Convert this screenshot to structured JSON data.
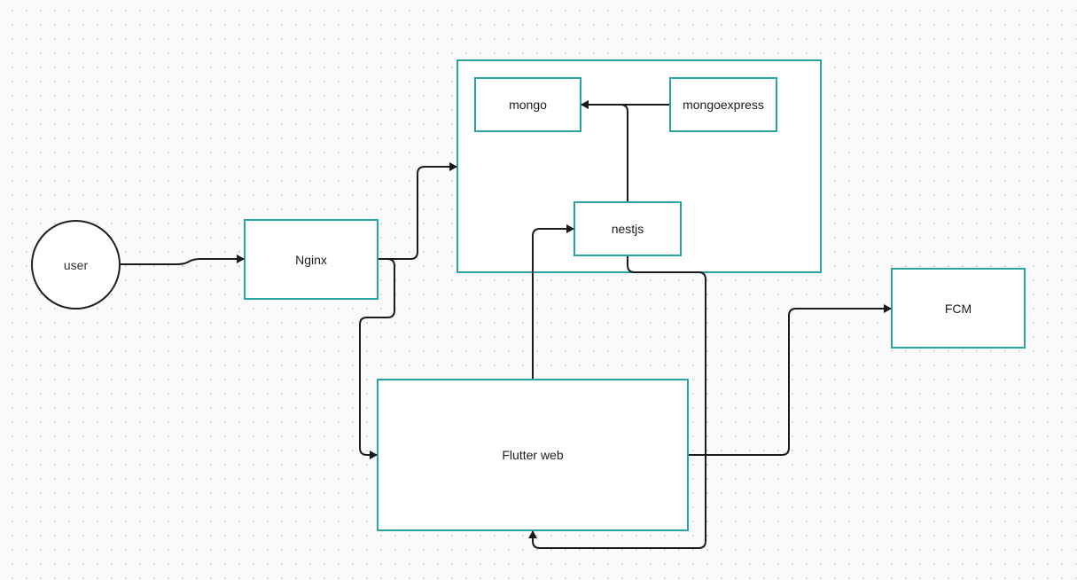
{
  "diagram": {
    "nodes": {
      "user": "user",
      "nginx": "Nginx",
      "mongo": "mongo",
      "mongoexpress": "mongoexpress",
      "nestjs": "nestjs",
      "flutter_web": "Flutter web",
      "fcm": "FCM"
    },
    "edges": [
      {
        "from": "user",
        "to": "nginx"
      },
      {
        "from": "nginx",
        "to": "backend-group"
      },
      {
        "from": "nginx",
        "to": "flutter_web"
      },
      {
        "from": "mongoexpress",
        "to": "mongo"
      },
      {
        "from": "nestjs",
        "to": "mongo"
      },
      {
        "from": "flutter_web",
        "to": "nestjs"
      },
      {
        "from": "nestjs",
        "to": "flutter_web"
      },
      {
        "from": "flutter_web",
        "to": "fcm"
      }
    ]
  },
  "colors": {
    "node_border": "#2aa3a3",
    "edge": "#1b1b1b",
    "background": "#fafafa"
  }
}
